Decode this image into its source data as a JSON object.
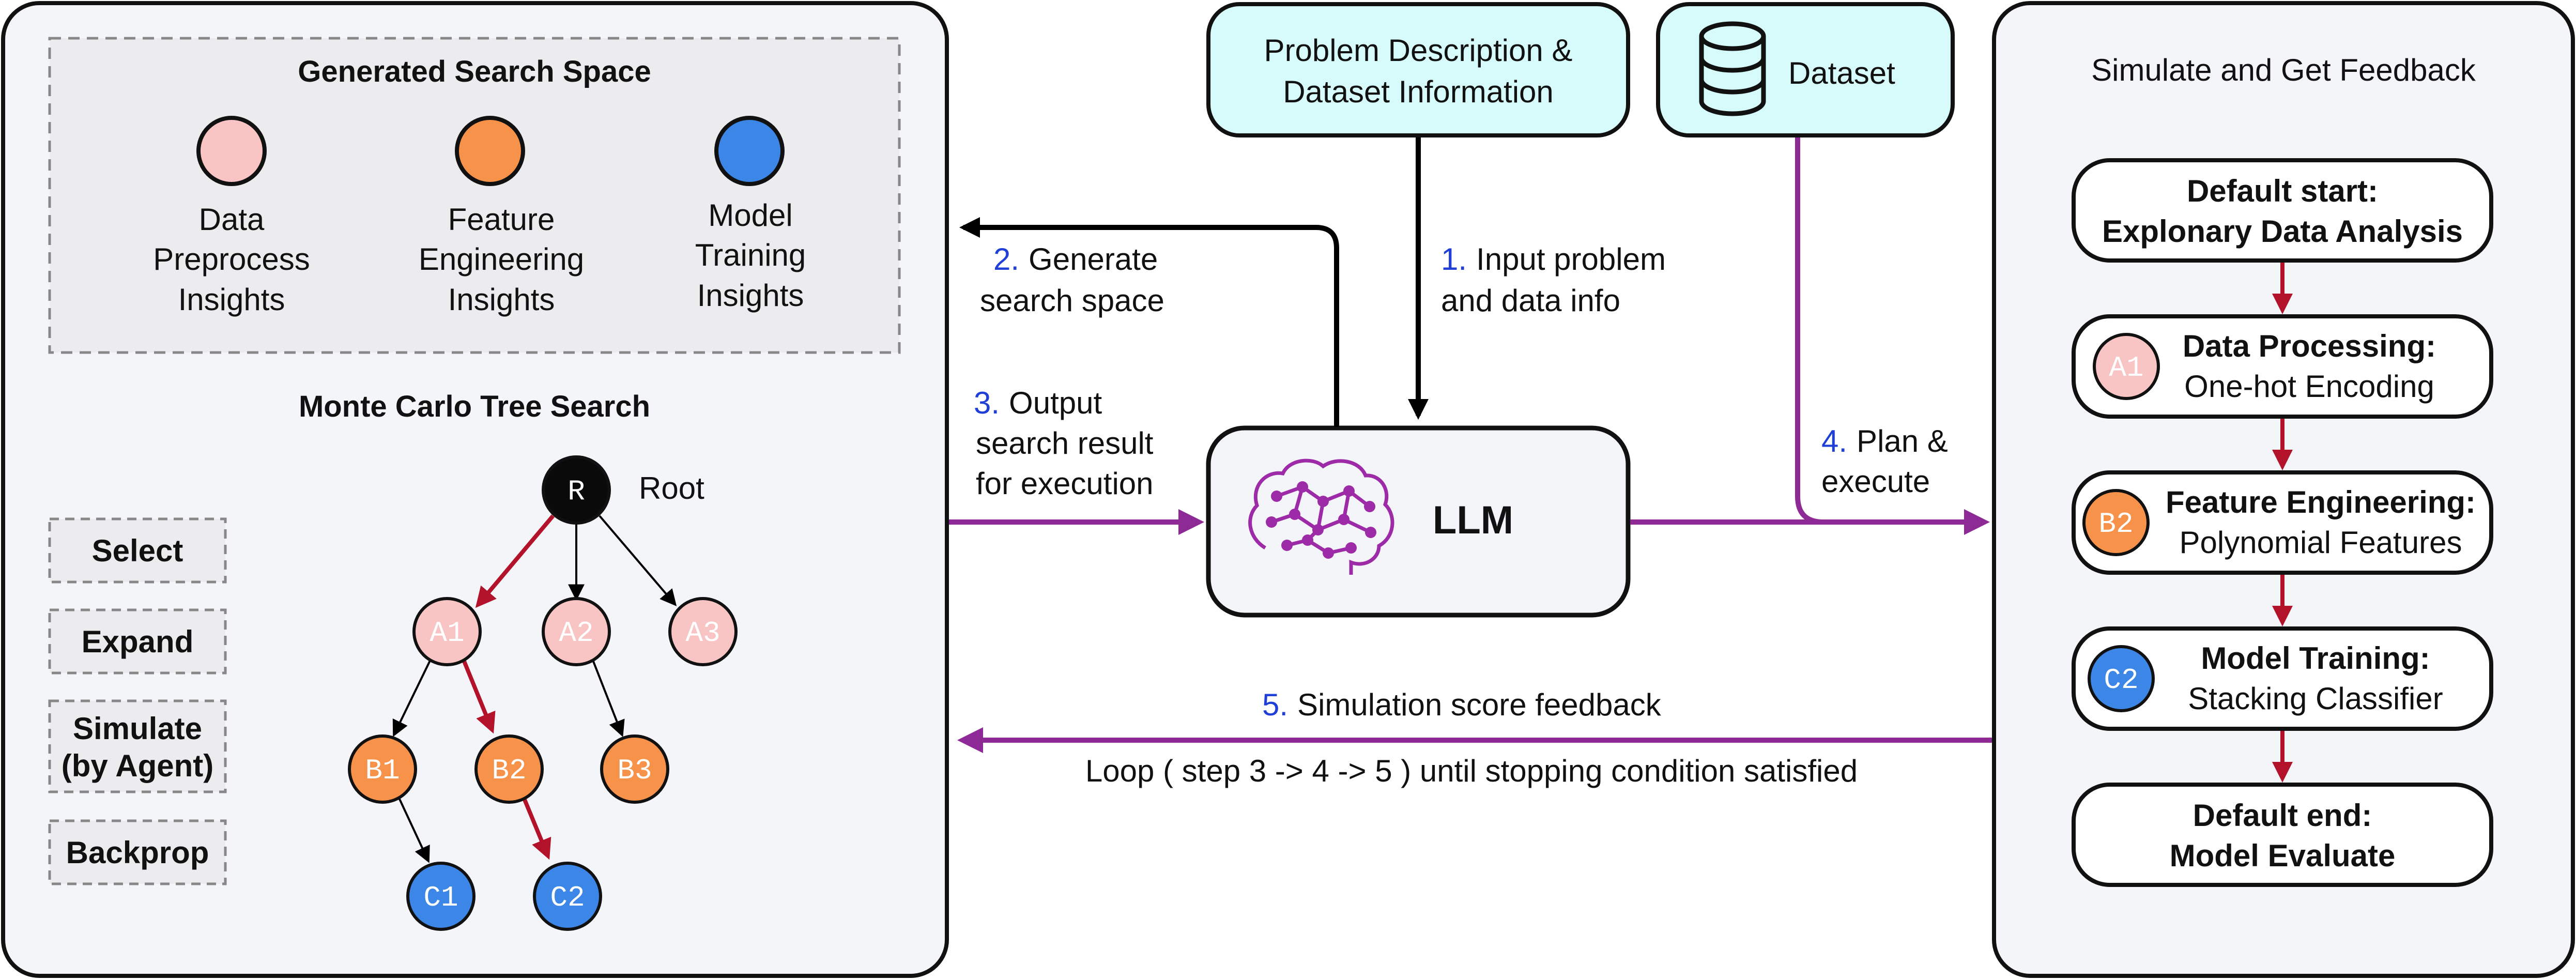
{
  "search_panel": {
    "search_space": {
      "title": "Generated Search Space",
      "insights": [
        {
          "lines": [
            "Data",
            "Preprocess",
            "Insights"
          ],
          "color": "#f8c4c4"
        },
        {
          "lines": [
            "Feature",
            "Engineering",
            "Insights"
          ],
          "color": "#f7924a"
        },
        {
          "lines": [
            "Model",
            "Training",
            "Insights"
          ],
          "color": "#3b86e6"
        }
      ]
    },
    "mcts": {
      "title": "Monte Carlo Tree Search",
      "phases": [
        [
          "Select"
        ],
        [
          "Expand"
        ],
        [
          "Simulate",
          "(by Agent)"
        ],
        [
          "Backprop"
        ]
      ],
      "root_label": "Root",
      "nodes": [
        {
          "id": "R",
          "text": "R",
          "color": "#0a0a0a"
        },
        {
          "id": "A1",
          "text": "A1",
          "color": "#f8c4c4"
        },
        {
          "id": "A2",
          "text": "A2",
          "color": "#f8c4c4"
        },
        {
          "id": "A3",
          "text": "A3",
          "color": "#f8c4c4"
        },
        {
          "id": "B1",
          "text": "B1",
          "color": "#f7924a"
        },
        {
          "id": "B2",
          "text": "B2",
          "color": "#f7924a"
        },
        {
          "id": "B3",
          "text": "B3",
          "color": "#f7924a"
        },
        {
          "id": "C1",
          "text": "C1",
          "color": "#3b86e6"
        },
        {
          "id": "C2",
          "text": "C2",
          "color": "#3b86e6"
        }
      ]
    }
  },
  "inputs": {
    "problem": [
      "Problem Description &",
      "Dataset Information"
    ],
    "dataset": "Dataset"
  },
  "llm": {
    "label": "LLM"
  },
  "steps": {
    "s1": {
      "num": "1.",
      "lines": [
        "Input problem",
        "and data info"
      ]
    },
    "s2": {
      "num": "2.",
      "lines": [
        "Generate",
        "search space"
      ]
    },
    "s3": {
      "num": "3.",
      "lines": [
        "Output",
        "search result",
        "for execution"
      ]
    },
    "s4": {
      "num": "4.",
      "lines": [
        "Plan &",
        "execute"
      ]
    },
    "s5": {
      "num": "5.",
      "text": "Simulation score feedback"
    },
    "loop": "Loop ( step 3 -> 4 -> 5 ) until stopping condition satisfied"
  },
  "simulate_panel": {
    "title": "Simulate and Get Feedback",
    "start": [
      "Default start:",
      "Explonary Data Analysis"
    ],
    "steps": [
      {
        "badge": "A1",
        "badge_color": "#f8c4c4",
        "title": "Data Processing:",
        "detail": "One-hot Encoding"
      },
      {
        "badge": "B2",
        "badge_color": "#f7924a",
        "title": "Feature Engineering:",
        "detail": "Polynomial Features"
      },
      {
        "badge": "C2",
        "badge_color": "#3b86e6",
        "title": "Model Training:",
        "detail": "Stacking Classifier"
      }
    ],
    "end": [
      "Default end:",
      "Model Evaluate"
    ]
  },
  "colors": {
    "purple": "#8e2a95",
    "red": "#b3132a",
    "black": "#000000",
    "cyan_fill": "#d7fafa",
    "panel_fill": "#f4f5f9"
  }
}
